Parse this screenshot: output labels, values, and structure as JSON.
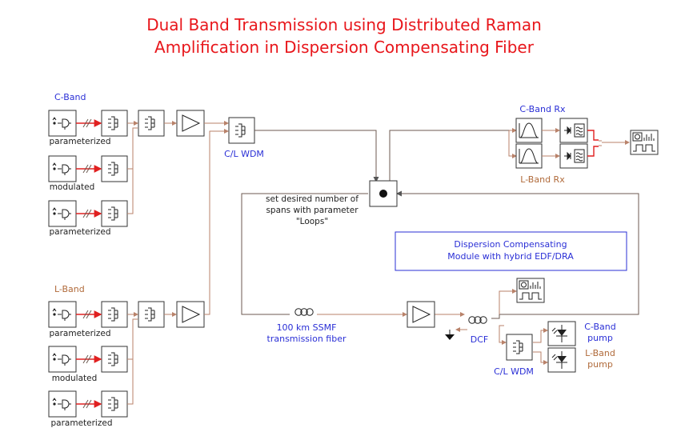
{
  "title_line1": "Dual Band Transmission using Distributed Raman",
  "title_line2": "Amplification in Dispersion Compensating Fiber",
  "cband_label": "C-Band",
  "lband_label": "L-Band",
  "tx_labels": [
    "parameterized",
    "modulated",
    "parameterized",
    "parameterized",
    "modulated",
    "parameterized"
  ],
  "wdm_label": "C/L WDM",
  "wdm2_label": "C/L WDM",
  "cband_rx": "C-Band Rx",
  "lband_rx": "L-Band Rx",
  "loop_note": [
    "set desired number of",
    "spans with parameter",
    "\"Loops\""
  ],
  "dcm_note": [
    "Dispersion Compensating",
    "Module with hybrid EDF/DRA"
  ],
  "ssmf_label": [
    "100 km SSMF",
    "transmission fiber"
  ],
  "dcf_label": "DCF",
  "cband_pump": [
    "C-Band",
    "pump"
  ],
  "lband_pump": [
    "L-Band",
    "pump"
  ],
  "colors": {
    "title": "#e8161b",
    "blue": "#2a2fd6",
    "brown": "#b06a3a",
    "wire": "#b9826a",
    "red": "#e02020"
  }
}
